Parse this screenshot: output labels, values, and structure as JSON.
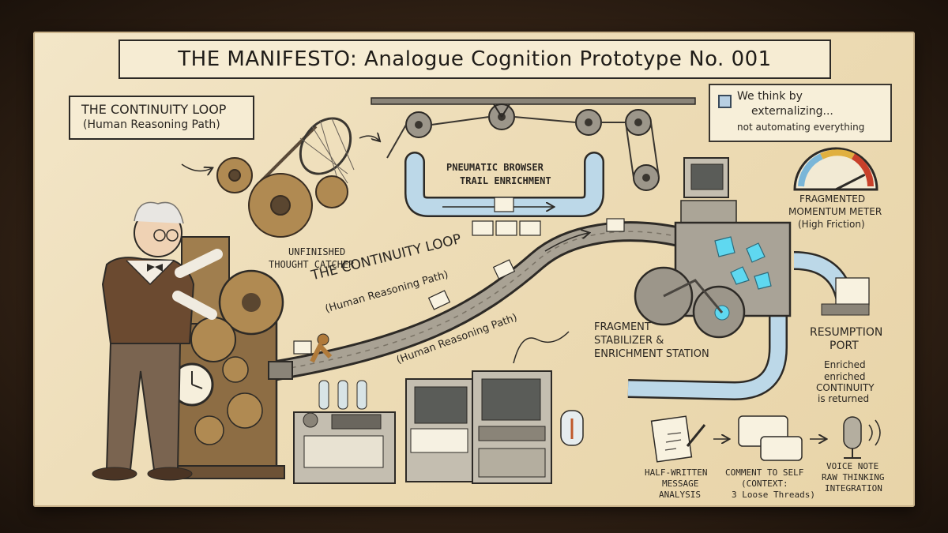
{
  "title": "THE MANIFESTO: Analogue Cognition Prototype No. 001",
  "loop_box": {
    "line1": "THE CONTINUITY LOOP",
    "line2": "(Human Reasoning Path)"
  },
  "note": {
    "line1": "We think by",
    "line2": "externalizing...",
    "line3": "not automating everything"
  },
  "labels": {
    "pneumatic_1": "PNEUMATIC BROWSER",
    "pneumatic_2": "TRAIL ENRICHMENT",
    "catcher_1": "UNFINISHED",
    "catcher_2": "THOUGHT CATCHER",
    "conveyor_title": "THE CONTINUITY LOOP",
    "conveyor_sub1": "(Human Reasoning Path)",
    "conveyor_sub2": "(Human Reasoning Path)",
    "meter_1": "FRAGMENTED",
    "meter_2": "MOMENTUM METER",
    "meter_3": "(High Friction)",
    "stabilizer_1": "FRAGMENT",
    "stabilizer_2": "STABILIZER &",
    "stabilizer_3": "ENRICHMENT STATION",
    "resumption_1": "RESUMPTION",
    "resumption_2": "PORT",
    "enriched_1": "Enriched",
    "enriched_2": "enriched",
    "enriched_3": "CONTINUITY",
    "enriched_4": "is returned",
    "half_1": "HALF-WRITTEN",
    "half_2": "MESSAGE",
    "half_3": "ANALYSIS",
    "comment_1": "COMMENT TO SELF",
    "comment_2": "(CONTEXT:",
    "comment_3": "3 Loose Threads)",
    "voice_1": "VOICE NOTE",
    "voice_2": "RAW THINKING",
    "voice_3": "INTEGRATION"
  },
  "colors": {
    "paper": "#eddcb6",
    "ink": "#2a2621",
    "pipe": "#b9d6e6",
    "glow": "#5fd8f0",
    "brass": "#9a7a4a",
    "machine": "#b9b3a6"
  },
  "meter_level": 0.85
}
